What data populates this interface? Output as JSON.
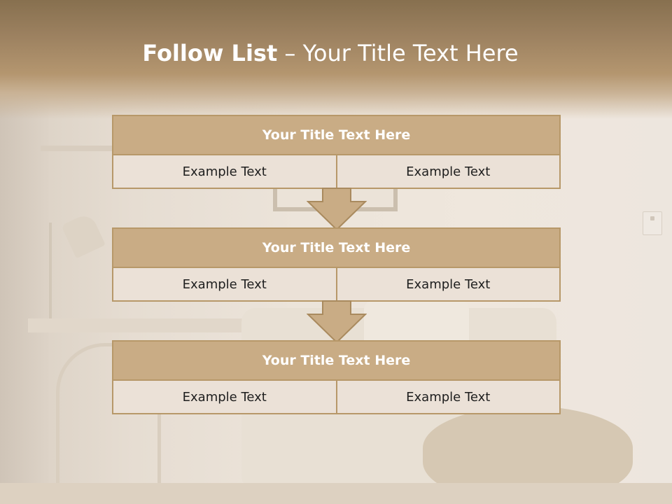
{
  "slide": {
    "title_bold": "Follow List",
    "title_rest": " – Your Title Text Here"
  },
  "steps": [
    {
      "title": "Your Title Text Here",
      "left": "Example Text",
      "right": "Example Text"
    },
    {
      "title": "Your Title Text Here",
      "left": "Example Text",
      "right": "Example Text"
    },
    {
      "title": "Your Title Text Here",
      "left": "Example Text",
      "right": "Example Text"
    }
  ],
  "colors": {
    "header_band": "#9c8160",
    "step_header": "#c9ac85",
    "step_body": "#ebe1d7",
    "border": "#b79869",
    "arrow_fill": "#c9ac85"
  }
}
